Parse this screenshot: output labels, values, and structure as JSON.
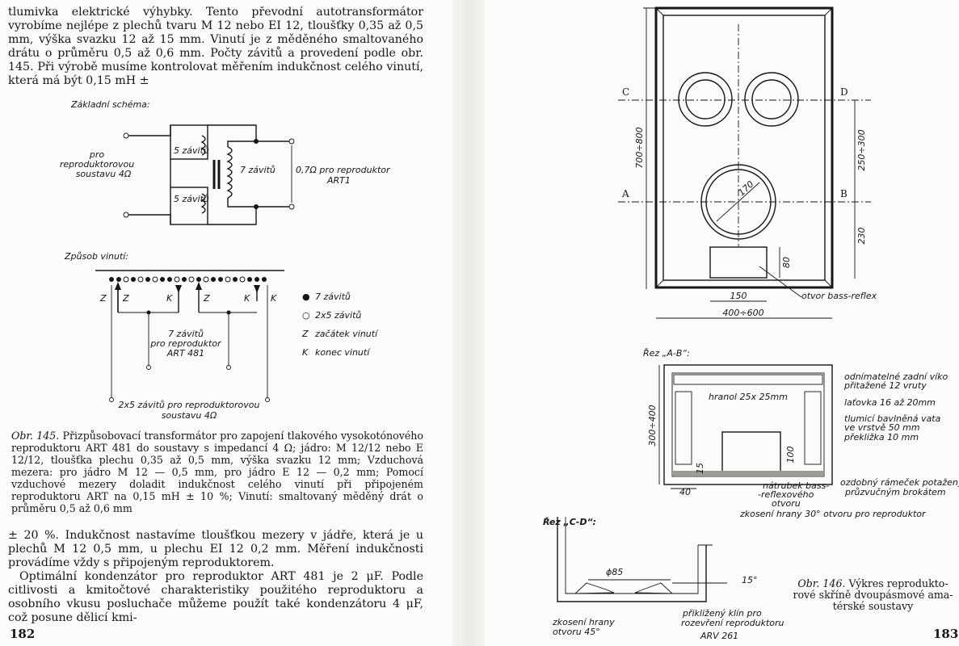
{
  "left_page": {
    "paragraph_top": "tlumivka elektrické výhybky. Tento převodní autotransformátor vyrobíme nejlépe z plechů tvaru M 12 nebo EI 12, tloušťky 0,35 až 0,5 mm, výška svazku 12 až 15 mm. Vinutí je z měděného smaltovaného drátu o průměru 0,5 až 0,6 mm. Počty závitů a provedení podle obr. 145. Při výrobě musíme kontrolovat měřením indukčnost celého vinutí, která má být 0,15 mH ±",
    "schema": {
      "title": "Základní schéma:",
      "input_label": [
        "pro",
        "reproduktorovou",
        "soustavu 4Ω"
      ],
      "coil_top": "5 závitů",
      "coil_bottom": "5 závitů",
      "coil_main": "7 závitů",
      "output_label": [
        "0,7Ω pro reproduktor",
        "ART1"
      ]
    },
    "winding": {
      "title": "Způsob vinutí:",
      "marker_z": "Z",
      "marker_k": "K",
      "center_label": [
        "7 závitů",
        "pro reproduktor",
        "ART 481"
      ],
      "bottom_label": [
        "2x5 závitů pro reproduktorovou",
        "soustavu 4Ω"
      ],
      "legend": [
        {
          "symbol": "●",
          "text": "7 závitů"
        },
        {
          "symbol": "○",
          "text": "2x5 závitů"
        },
        {
          "symbol": "Z",
          "text": "začátek vinutí"
        },
        {
          "symbol": "K",
          "text": "konec vinutí"
        }
      ]
    },
    "caption_label": "Obr. 145.",
    "caption_text": "Přizpůsobovací transformátor pro zapojení tlakového vysokotónového reproduktoru ART 481 do soustavy s impedancí 4 Ω; jádro: M 12/12 nebo E 12/12, tloušťka plechu 0,35 až 0,5 mm, výška svazku 12 mm; Vzduchová mezera: pro jádro M 12 — 0,5 mm, pro jádro E 12 — 0,2 mm; Pomocí vzduchové mezery doladit indukčnost celého vinutí při připojeném reproduktoru ART na 0,15 mH ± 10 %; Vinutí: smaltovaný měděný drát o průměru 0,5 až 0,6 mm",
    "paragraph_bottom_1": "± 20 %. Indukčnost nastavíme tloušťkou mezery v jádře, která je u plechů M 12 0,5 mm, u plechu EI 12 0,2 mm. Měření indukčnosti provádíme vždy s připojeným reproduktorem.",
    "paragraph_bottom_2": "Optimální kondenzátor pro reproduktor ART 481 je 2 μF. Podle citlivosti a kmitočtové charakteristiky použitého reproduktoru a osobního vkusu posluchače můžeme použít také kondenzátoru 4 μF, což posune dělicí kmi-",
    "page_number": "182"
  },
  "right_page": {
    "front_view": {
      "label_c": "C",
      "label_d": "D",
      "label_a": "A",
      "label_b": "B",
      "dim_height": "700÷800",
      "dim_upper": "250÷300",
      "dim_lower": "230",
      "dim_woofer": "170",
      "dim_port_h": "80",
      "dim_port_w": "150",
      "dim_width": "400÷600",
      "port_label": "otvor  bass-reflex"
    },
    "section_ab": {
      "title": "Řez „A-B“:",
      "dim_depth": "300÷400",
      "dim_tube": "100",
      "dim_15": "15",
      "dim_40": "40",
      "labels": [
        "odnímatelné zadní víko",
        "přitažené 12 vruty",
        "hranol 25x 25mm",
        "laťovka 16 až 20mm",
        "tlumicí bavlněná vata",
        "ve vrstvě 50 mm",
        "překližka 10 mm",
        "ozdobný rámeček potažený",
        "průzvučným brokátem",
        "nátrubek bass-",
        "-reflexového",
        "otvoru",
        "zkosení hrany 30° otvoru pro reproduktor"
      ]
    },
    "section_cd": {
      "title": "Řez „C-D“:",
      "dim_phi": "ϕ85",
      "dim_angle": "15°",
      "label_bevel": [
        "zkosení hrany",
        "otvoru 45°"
      ],
      "label_wedge": [
        "přikližený klín pro",
        "rozevření reproduktoru",
        "ARV 261"
      ]
    },
    "caption_label": "Obr. 146.",
    "caption_text": [
      "Výkres reprodukto-",
      "rové skříně dvoupásmové ama-",
      "térské soustavy"
    ],
    "page_number": "183"
  }
}
